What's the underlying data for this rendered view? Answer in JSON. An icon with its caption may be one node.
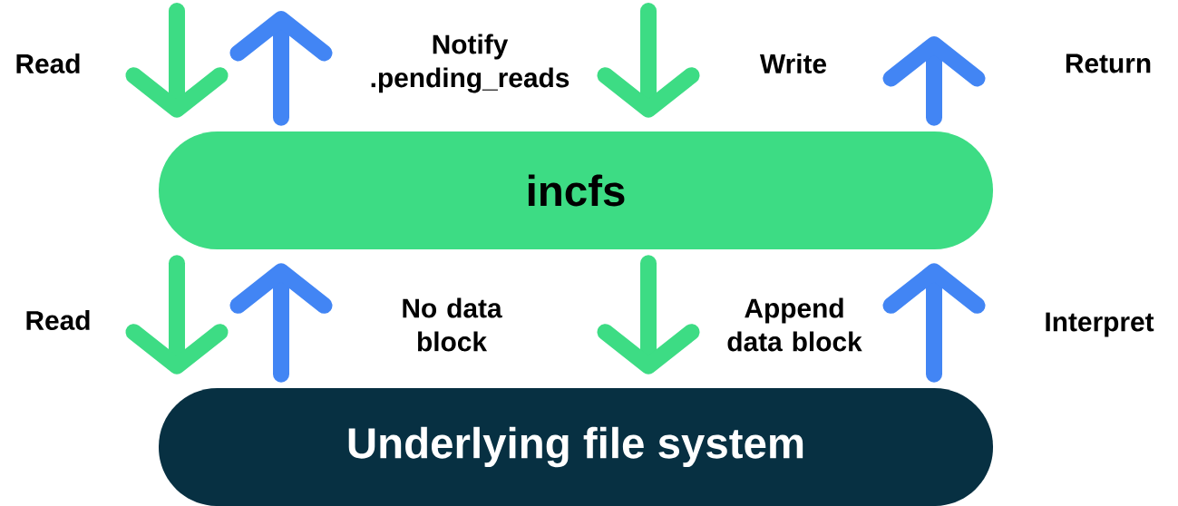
{
  "diagram": {
    "nodes": [
      {
        "text": [
          "incfs"
        ]
      },
      {
        "text": [
          "Underlying file system"
        ]
      }
    ],
    "edges": [
      {
        "from": null,
        "to": 0,
        "arrow": "to",
        "color": "#3ddc84"
      },
      {
        "from": 0,
        "to": null,
        "arrow": "to",
        "color": "#4285f4"
      },
      {
        "from": null,
        "to": 0,
        "arrow": "to",
        "color": "#3ddc84"
      },
      {
        "from": 0,
        "to": null,
        "arrow": "to",
        "color": "#4285f4"
      },
      {
        "from": 0,
        "to": 1,
        "arrow": "to",
        "color": "#3ddc84"
      },
      {
        "from": 1,
        "to": 0,
        "arrow": "to",
        "color": "#4285f4"
      },
      {
        "from": 0,
        "to": 1,
        "arrow": "to",
        "color": "#3ddc84"
      },
      {
        "from": 1,
        "to": 0,
        "arrow": "to",
        "color": "#4285f4"
      }
    ],
    "labels": [
      "Read",
      "Notify .pending_reads",
      "Write",
      "Return",
      "Read",
      "No data block",
      "Append data block",
      "Interpret"
    ]
  }
}
